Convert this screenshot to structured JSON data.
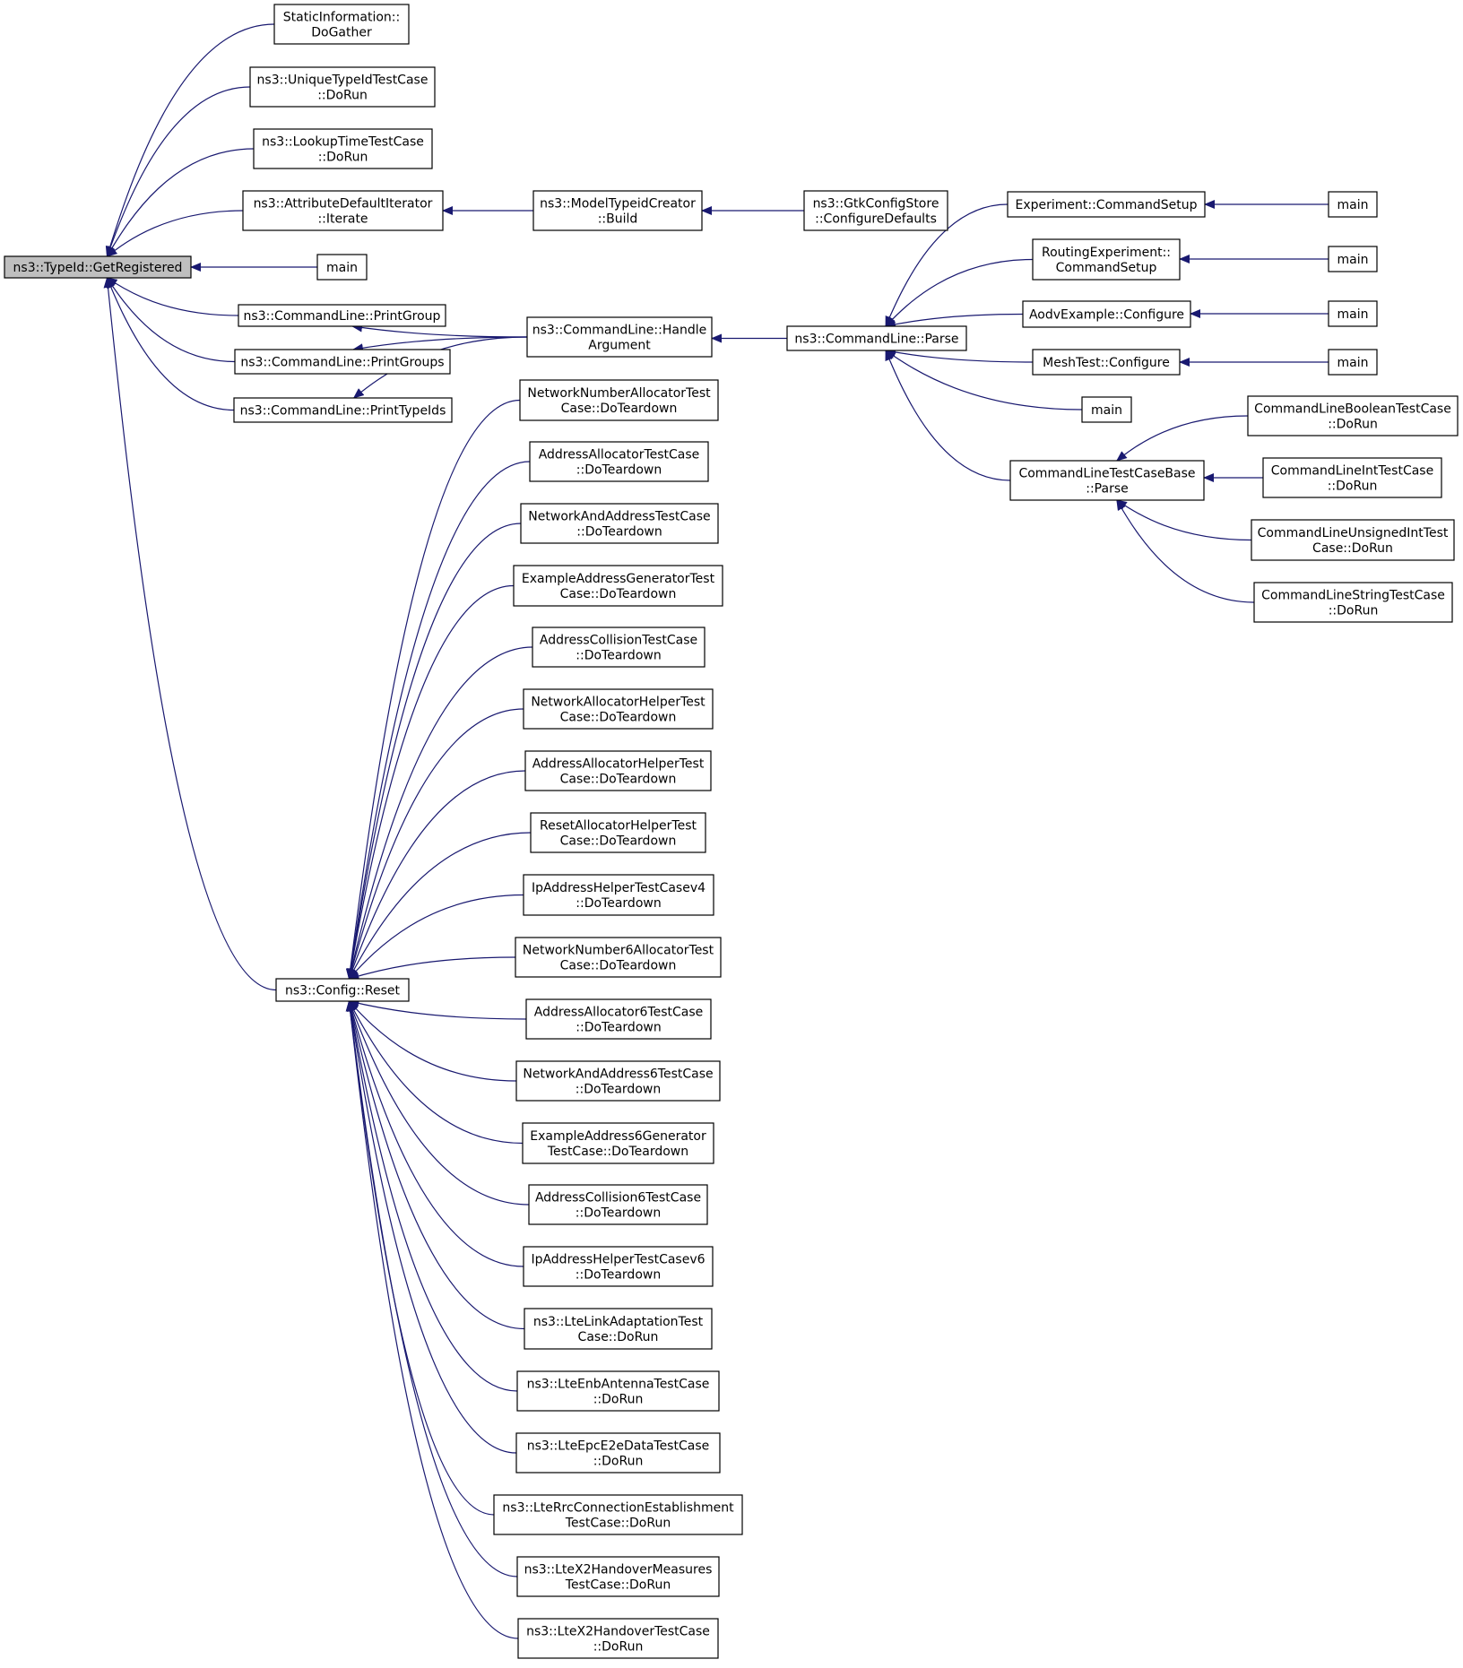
{
  "nodes": [
    {
      "id": "n0",
      "lines": [
        "ns3::TypeId::GetRegistered"
      ],
      "root": true
    },
    {
      "id": "n1",
      "lines": [
        "StaticInformation::",
        "DoGather"
      ]
    },
    {
      "id": "n2",
      "lines": [
        "ns3::UniqueTypeIdTestCase",
        "::DoRun"
      ]
    },
    {
      "id": "n3",
      "lines": [
        "ns3::LookupTimeTestCase",
        "::DoRun"
      ]
    },
    {
      "id": "n4",
      "lines": [
        "ns3::AttributeDefaultIterator",
        "::Iterate"
      ]
    },
    {
      "id": "n5",
      "lines": [
        "ns3::ModelTypeidCreator",
        "::Build"
      ]
    },
    {
      "id": "n6",
      "lines": [
        "ns3::GtkConfigStore",
        "::ConfigureDefaults"
      ]
    },
    {
      "id": "n7",
      "lines": [
        "main"
      ]
    },
    {
      "id": "n8",
      "lines": [
        "ns3::CommandLine::PrintGroup"
      ]
    },
    {
      "id": "n9",
      "lines": [
        "ns3::CommandLine::PrintGroups"
      ]
    },
    {
      "id": "n10",
      "lines": [
        "ns3::CommandLine::PrintTypeIds"
      ]
    },
    {
      "id": "n11",
      "lines": [
        "ns3::CommandLine::Handle",
        "Argument"
      ]
    },
    {
      "id": "n12",
      "lines": [
        "ns3::CommandLine::Parse"
      ]
    },
    {
      "id": "n13",
      "lines": [
        "Experiment::CommandSetup"
      ]
    },
    {
      "id": "n14",
      "lines": [
        "main"
      ]
    },
    {
      "id": "n15",
      "lines": [
        "RoutingExperiment::",
        "CommandSetup"
      ]
    },
    {
      "id": "n16",
      "lines": [
        "main"
      ]
    },
    {
      "id": "n17",
      "lines": [
        "AodvExample::Configure"
      ]
    },
    {
      "id": "n18",
      "lines": [
        "main"
      ]
    },
    {
      "id": "n19",
      "lines": [
        "MeshTest::Configure"
      ]
    },
    {
      "id": "n20",
      "lines": [
        "main"
      ]
    },
    {
      "id": "n21",
      "lines": [
        "main"
      ]
    },
    {
      "id": "n22",
      "lines": [
        "CommandLineTestCaseBase",
        "::Parse"
      ]
    },
    {
      "id": "n23",
      "lines": [
        "CommandLineBooleanTestCase",
        "::DoRun"
      ]
    },
    {
      "id": "n24",
      "lines": [
        "CommandLineIntTestCase",
        "::DoRun"
      ]
    },
    {
      "id": "n25",
      "lines": [
        "CommandLineUnsignedIntTest",
        "Case::DoRun"
      ]
    },
    {
      "id": "n26",
      "lines": [
        "CommandLineStringTestCase",
        "::DoRun"
      ]
    },
    {
      "id": "n27",
      "lines": [
        "ns3::Config::Reset"
      ]
    },
    {
      "id": "r1",
      "lines": [
        "NetworkNumberAllocatorTest",
        "Case::DoTeardown"
      ]
    },
    {
      "id": "r2",
      "lines": [
        "AddressAllocatorTestCase",
        "::DoTeardown"
      ]
    },
    {
      "id": "r3",
      "lines": [
        "NetworkAndAddressTestCase",
        "::DoTeardown"
      ]
    },
    {
      "id": "r4",
      "lines": [
        "ExampleAddressGeneratorTest",
        "Case::DoTeardown"
      ]
    },
    {
      "id": "r5",
      "lines": [
        "AddressCollisionTestCase",
        "::DoTeardown"
      ]
    },
    {
      "id": "r6",
      "lines": [
        "NetworkAllocatorHelperTest",
        "Case::DoTeardown"
      ]
    },
    {
      "id": "r7",
      "lines": [
        "AddressAllocatorHelperTest",
        "Case::DoTeardown"
      ]
    },
    {
      "id": "r8",
      "lines": [
        "ResetAllocatorHelperTest",
        "Case::DoTeardown"
      ]
    },
    {
      "id": "r9",
      "lines": [
        "IpAddressHelperTestCasev4",
        "::DoTeardown"
      ]
    },
    {
      "id": "r10",
      "lines": [
        "NetworkNumber6AllocatorTest",
        "Case::DoTeardown"
      ]
    },
    {
      "id": "r11",
      "lines": [
        "AddressAllocator6TestCase",
        "::DoTeardown"
      ]
    },
    {
      "id": "r12",
      "lines": [
        "NetworkAndAddress6TestCase",
        "::DoTeardown"
      ]
    },
    {
      "id": "r13",
      "lines": [
        "ExampleAddress6Generator",
        "TestCase::DoTeardown"
      ]
    },
    {
      "id": "r14",
      "lines": [
        "AddressCollision6TestCase",
        "::DoTeardown"
      ]
    },
    {
      "id": "r15",
      "lines": [
        "IpAddressHelperTestCasev6",
        "::DoTeardown"
      ]
    },
    {
      "id": "r16",
      "lines": [
        "ns3::LteLinkAdaptationTest",
        "Case::DoRun"
      ]
    },
    {
      "id": "r17",
      "lines": [
        "ns3::LteEnbAntennaTestCase",
        "::DoRun"
      ]
    },
    {
      "id": "r18",
      "lines": [
        "ns3::LteEpcE2eDataTestCase",
        "::DoRun"
      ]
    },
    {
      "id": "r19",
      "lines": [
        "ns3::LteRrcConnectionEstablishment",
        "TestCase::DoRun"
      ]
    },
    {
      "id": "r20",
      "lines": [
        "ns3::LteX2HandoverMeasures",
        "TestCase::DoRun"
      ]
    },
    {
      "id": "r21",
      "lines": [
        "ns3::LteX2HandoverTestCase",
        "::DoRun"
      ]
    }
  ],
  "edges": [
    [
      "n1",
      "n0"
    ],
    [
      "n2",
      "n0"
    ],
    [
      "n3",
      "n0"
    ],
    [
      "n4",
      "n0"
    ],
    [
      "n7",
      "n0"
    ],
    [
      "n8",
      "n0"
    ],
    [
      "n9",
      "n0"
    ],
    [
      "n10",
      "n0"
    ],
    [
      "n27",
      "n0"
    ],
    [
      "n5",
      "n4"
    ],
    [
      "n6",
      "n5"
    ],
    [
      "n11",
      "n8"
    ],
    [
      "n11",
      "n9"
    ],
    [
      "n11",
      "n10"
    ],
    [
      "n12",
      "n11"
    ],
    [
      "n13",
      "n12"
    ],
    [
      "n15",
      "n12"
    ],
    [
      "n17",
      "n12"
    ],
    [
      "n19",
      "n12"
    ],
    [
      "n21",
      "n12"
    ],
    [
      "n22",
      "n12"
    ],
    [
      "n14",
      "n13"
    ],
    [
      "n16",
      "n15"
    ],
    [
      "n18",
      "n17"
    ],
    [
      "n20",
      "n19"
    ],
    [
      "n23",
      "n22"
    ],
    [
      "n24",
      "n22"
    ],
    [
      "n25",
      "n22"
    ],
    [
      "n26",
      "n22"
    ],
    [
      "r1",
      "n27"
    ],
    [
      "r2",
      "n27"
    ],
    [
      "r3",
      "n27"
    ],
    [
      "r4",
      "n27"
    ],
    [
      "r5",
      "n27"
    ],
    [
      "r6",
      "n27"
    ],
    [
      "r7",
      "n27"
    ],
    [
      "r8",
      "n27"
    ],
    [
      "r9",
      "n27"
    ],
    [
      "r10",
      "n27"
    ],
    [
      "r11",
      "n27"
    ],
    [
      "r12",
      "n27"
    ],
    [
      "r13",
      "n27"
    ],
    [
      "r14",
      "n27"
    ],
    [
      "r15",
      "n27"
    ],
    [
      "r16",
      "n27"
    ],
    [
      "r17",
      "n27"
    ],
    [
      "r18",
      "n27"
    ],
    [
      "r19",
      "n27"
    ],
    [
      "r20",
      "n27"
    ],
    [
      "r21",
      "n27"
    ]
  ],
  "colors": {
    "edge": "#191970",
    "root_fill": "#bfbfbf",
    "node_fill": "#ffffff",
    "border": "#000000"
  }
}
